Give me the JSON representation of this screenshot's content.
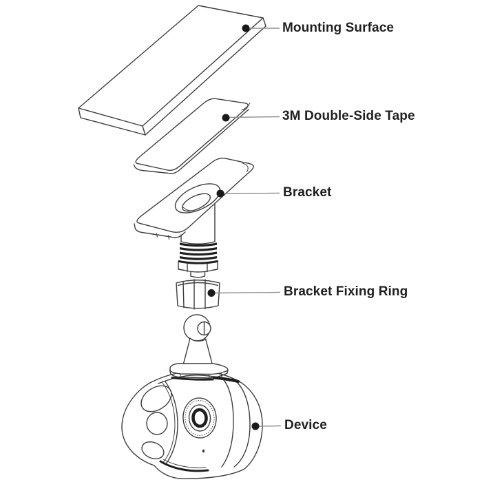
{
  "figure": {
    "type": "exploded-assembly-diagram",
    "subject": "camera-device-mounting-kit",
    "background": "#ffffff",
    "colors": {
      "line": "#3d3d3d",
      "dark": "#1f1f1f",
      "leader": "#8f8f8f",
      "dot": "#1a1a1a",
      "text": "#1f1f1f",
      "bg": "#ffffff"
    },
    "callouts": [
      {
        "id": "mounting-surface",
        "label": "Mounting Surface"
      },
      {
        "id": "tape",
        "label": "3M Double-Side Tape"
      },
      {
        "id": "bracket",
        "label": "Bracket"
      },
      {
        "id": "fixing-ring",
        "label": "Bracket Fixing Ring"
      },
      {
        "id": "device",
        "label": "Device"
      }
    ]
  }
}
